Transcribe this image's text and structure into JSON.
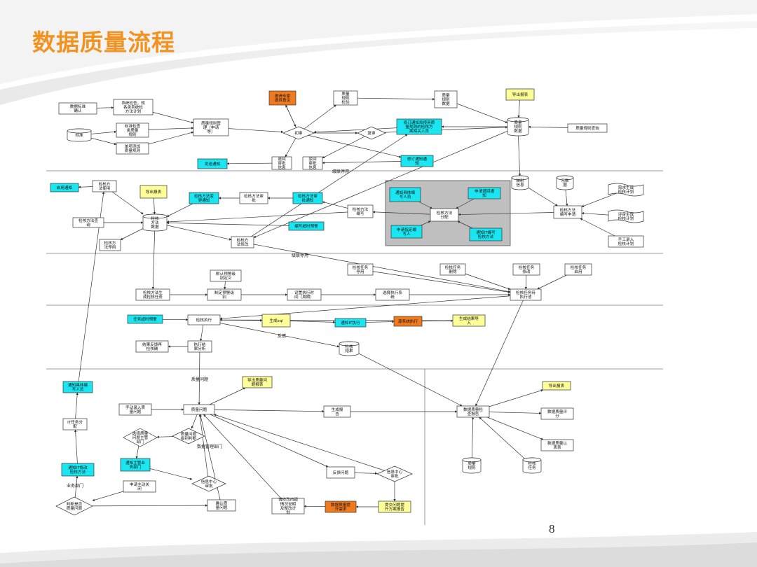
{
  "title": "数据质量流程",
  "page_number": "8",
  "colors": {
    "title": "#f29221",
    "cyan": "#19e6f0",
    "yellow": "#ffff99",
    "orange": "#f07a1e",
    "gray_panel": "#bfbfbf"
  },
  "diagram": {
    "nodes": [
      {
        "id": "n_std",
        "text": "数据标准\n确认",
        "shape": "rect",
        "fill": "white"
      },
      {
        "id": "n_sys",
        "text": "系统检查，规\n各类系统检\n方法计划",
        "shape": "rect",
        "fill": "white"
      },
      {
        "id": "n_stdsrc",
        "text": "标准",
        "shape": "cyl",
        "fill": "white"
      },
      {
        "id": "n_add1",
        "text": "标准检查\n类质量\n规则",
        "shape": "rect",
        "fill": "white"
      },
      {
        "id": "n_add2",
        "text": "单项添加\n质量规则",
        "shape": "rect",
        "fill": "white"
      },
      {
        "id": "n_rule",
        "text": "质量规则管\n理（申请\n等）",
        "shape": "rect",
        "fill": "white"
      },
      {
        "id": "n_expert",
        "text": "邀请专家\n提供意见",
        "shape": "rect",
        "fill": "orange"
      },
      {
        "id": "n_d1",
        "text": "初审",
        "shape": "diamond",
        "fill": "white"
      },
      {
        "id": "n_ruleck",
        "text": "质量\n规则\n检验",
        "shape": "rect",
        "fill": "white"
      },
      {
        "id": "n_d2",
        "text": "复审",
        "shape": "diamond",
        "fill": "white"
      },
      {
        "id": "n_rulelib",
        "text": "质量\n规则\n数据",
        "shape": "rect",
        "fill": "white"
      },
      {
        "id": "n_export1",
        "text": "导出报表",
        "shape": "rect",
        "fill": "yellow"
      },
      {
        "id": "n_revise",
        "text": "修订通知和使用质\n量规则的检核方\n案相关人员",
        "shape": "rect",
        "fill": "cyan"
      },
      {
        "id": "n_ruledb",
        "text": "质量\n规则\n数据",
        "shape": "cyl",
        "fill": "white"
      },
      {
        "id": "n_ruleq",
        "text": "质量规则查询",
        "shape": "rect",
        "fill": "white"
      },
      {
        "id": "n_notify",
        "text": "发送通知",
        "shape": "rect",
        "fill": "cyan"
      },
      {
        "id": "n_back1",
        "text": "退回\n审批\n信息",
        "shape": "rect",
        "fill": "white"
      },
      {
        "id": "n_back2",
        "text": "驳回\n审批\n信息",
        "shape": "rect",
        "fill": "white"
      },
      {
        "id": "n_revise2",
        "text": "修订通知通\n知",
        "shape": "rect",
        "fill": "cyan"
      },
      {
        "id": "n_map",
        "text": "映射\n信息",
        "shape": "cyl",
        "fill": "white"
      },
      {
        "id": "n_meta",
        "text": "元数\n据",
        "shape": "cyl",
        "fill": "white"
      },
      {
        "id": "n_apply",
        "text": "启用通知",
        "shape": "rect",
        "fill": "cyan"
      },
      {
        "id": "n_plan",
        "text": "检核方\n法使用",
        "shape": "rect",
        "fill": "white"
      },
      {
        "id": "n_export2",
        "text": "导出报表",
        "shape": "rect",
        "fill": "yellow"
      },
      {
        "id": "n_chg",
        "text": "检核方法变\n更通知",
        "shape": "rect",
        "fill": "cyan"
      },
      {
        "id": "n_chk",
        "text": "检核方法审\n批",
        "shape": "rect",
        "fill": "white"
      },
      {
        "id": "n_chgn",
        "text": "检核方法审\n批通知",
        "shape": "rect",
        "fill": "cyan"
      },
      {
        "id": "n_methq",
        "text": "检核方法查\n询",
        "shape": "rect",
        "fill": "white"
      },
      {
        "id": "n_methdb",
        "text": "检核\n方法\n数据",
        "shape": "cyl",
        "fill": "white"
      },
      {
        "id": "n_edit",
        "text": "检核方法\n编写",
        "shape": "rect",
        "fill": "white"
      },
      {
        "id": "n_ntf1",
        "text": "通知具体编\n写人员",
        "shape": "rect",
        "fill": "cyan"
      },
      {
        "id": "n_ntf2",
        "text": "申请退回通\n知",
        "shape": "rect",
        "fill": "cyan"
      },
      {
        "id": "n_assign",
        "text": "检核方法\n分配",
        "shape": "rect",
        "fill": "white"
      },
      {
        "id": "n_ntf3",
        "text": "申请指定编\n写人",
        "shape": "rect",
        "fill": "cyan"
      },
      {
        "id": "n_ntf4",
        "text": "通知IT编写\n检核方法",
        "shape": "rect",
        "fill": "cyan"
      },
      {
        "id": "n_regen",
        "text": "检核方法\n编写申请",
        "shape": "rect",
        "fill": "white"
      },
      {
        "id": "n_p1",
        "text": "需求生成\n检核计划",
        "shape": "tape",
        "fill": "white"
      },
      {
        "id": "n_p2",
        "text": "评审生成\n检核计划",
        "shape": "tape",
        "fill": "white"
      },
      {
        "id": "n_p3",
        "text": "手工录入\n检核计划",
        "shape": "rect",
        "fill": "white"
      },
      {
        "id": "n_timer",
        "text": "编写超时预警",
        "shape": "rect",
        "fill": "cyan"
      },
      {
        "id": "n_stop",
        "text": "检核方\n法停用",
        "shape": "rect",
        "fill": "white"
      },
      {
        "id": "n_del",
        "text": "检核方\n法修改",
        "shape": "rect",
        "fill": "white"
      },
      {
        "id": "n_lbl1",
        "text": "级联停用",
        "shape": "label",
        "fill": "none"
      },
      {
        "id": "n_lbl2",
        "text": "级联停用",
        "shape": "label",
        "fill": "none"
      },
      {
        "id": "n_defcfg",
        "text": "默认预警级\n别定义",
        "shape": "rect",
        "fill": "white"
      },
      {
        "id": "n_taskstop",
        "text": "检核任务\n停用",
        "shape": "rect",
        "fill": "white"
      },
      {
        "id": "n_taskdel",
        "text": "检核任务\n删除",
        "shape": "rect",
        "fill": "white"
      },
      {
        "id": "n_taskmod",
        "text": "检核任务\n修改",
        "shape": "rect",
        "fill": "white"
      },
      {
        "id": "n_taskuse",
        "text": "检核任务\n启用",
        "shape": "rect",
        "fill": "white"
      },
      {
        "id": "n_gen",
        "text": "检核方法生\n成检核任务",
        "shape": "rect",
        "fill": "white"
      },
      {
        "id": "n_warnlvl",
        "text": "制定预警级\n别",
        "shape": "rect",
        "fill": "white"
      },
      {
        "id": "n_time",
        "text": "设置执行时\n间（周期）",
        "shape": "rect",
        "fill": "white"
      },
      {
        "id": "n_sys2",
        "text": "选择执行系\n统",
        "shape": "rect",
        "fill": "white"
      },
      {
        "id": "n_runner",
        "text": "检核任务待\n执行池",
        "shape": "rect",
        "fill": "white"
      },
      {
        "id": "n_timeout",
        "text": "任务超时预警",
        "shape": "rect",
        "fill": "cyan"
      },
      {
        "id": "n_exec",
        "text": "检核执行",
        "shape": "rect",
        "fill": "white"
      },
      {
        "id": "n_sql",
        "text": "生成sql",
        "shape": "rect",
        "fill": "yellow"
      },
      {
        "id": "n_itexec",
        "text": "通知IT执行",
        "shape": "rect",
        "fill": "cyan"
      },
      {
        "id": "n_sysexec",
        "text": "源系统执行",
        "shape": "rect",
        "fill": "orange"
      },
      {
        "id": "n_import",
        "text": "生成结果导\n入",
        "shape": "rect",
        "fill": "yellow"
      },
      {
        "id": "n_fb",
        "text": "反馈",
        "shape": "label",
        "fill": "none"
      },
      {
        "id": "n_resdb",
        "text": "检核\n结果",
        "shape": "cyl",
        "fill": "white"
      },
      {
        "id": "n_fix",
        "text": "结果反馈再\n检核确",
        "shape": "rect",
        "fill": "white"
      },
      {
        "id": "n_analy",
        "text": "执行结\n果分析",
        "shape": "rect",
        "fill": "white"
      },
      {
        "id": "n_ntfperson",
        "text": "通知具体编\n写人员",
        "shape": "rect",
        "fill": "cyan"
      },
      {
        "id": "n_exp3",
        "text": "导出质量问\n题报表",
        "shape": "rect",
        "fill": "yellow"
      },
      {
        "id": "n_exp4",
        "text": "导出报表",
        "shape": "rect",
        "fill": "yellow"
      },
      {
        "id": "n_manual",
        "text": "手动录入质\n量问题",
        "shape": "rect",
        "fill": "white"
      },
      {
        "id": "n_issue",
        "text": "质量问题",
        "shape": "rect",
        "fill": "white"
      },
      {
        "id": "n_report",
        "text": "生成报\n告",
        "shape": "rect",
        "fill": "white"
      },
      {
        "id": "n_dqreport",
        "text": "数据质量检\n查报告",
        "shape": "rect",
        "fill": "white"
      },
      {
        "id": "n_dqscore",
        "text": "数据质量评\n分",
        "shape": "rect",
        "fill": "white"
      },
      {
        "id": "n_dqtrend",
        "text": "数据质量以\n表表",
        "shape": "rect",
        "fill": "white"
      },
      {
        "id": "n_ittask",
        "text": "IT任务分\n配",
        "shape": "rect",
        "fill": "white"
      },
      {
        "id": "n_d3",
        "text": "选择质量\n问题主管\n部门",
        "shape": "diamond",
        "fill": "white"
      },
      {
        "id": "n_d4",
        "text": "质量问题\n级别判断",
        "shape": "diamond",
        "fill": "white"
      },
      {
        "id": "n_ntfdept",
        "text": "通知主管业\n务部门",
        "shape": "rect",
        "fill": "cyan"
      },
      {
        "id": "n_ntfit",
        "text": "通知IT修改\n检核方法",
        "shape": "rect",
        "fill": "cyan"
      },
      {
        "id": "n_appl",
        "text": "申请主动关\n闭",
        "shape": "rect",
        "fill": "white"
      },
      {
        "id": "n_d5",
        "text": "信息中心\n审批",
        "shape": "diamond",
        "fill": "white"
      },
      {
        "id": "n_fbissue",
        "text": "反馈问题",
        "shape": "rect",
        "fill": "white"
      },
      {
        "id": "n_d6",
        "text": "信息中心\n审批",
        "shape": "diamond",
        "fill": "white"
      },
      {
        "id": "n_d7",
        "text": "判断是否\n质量问题",
        "shape": "diamond",
        "fill": "white"
      },
      {
        "id": "n_confirm",
        "text": "确认质\n量问题",
        "shape": "rect",
        "fill": "white"
      },
      {
        "id": "n_case",
        "text": "请修改问题\n情况说明\n及整改计\n划",
        "shape": "rect",
        "fill": "white"
      },
      {
        "id": "n_sugg",
        "text": "数据质量提\n升需求",
        "shape": "rect",
        "fill": "orange"
      },
      {
        "id": "n_submit",
        "text": "提交问题提\n升方案报告",
        "shape": "rect",
        "fill": "yellow"
      },
      {
        "id": "n_qrule",
        "text": "质量\n规则",
        "shape": "cyl",
        "fill": "white"
      },
      {
        "id": "n_qtask",
        "text": "检核\n任务",
        "shape": "cyl",
        "fill": "white"
      },
      {
        "id": "n_lbl3",
        "text": "质量问题",
        "shape": "label",
        "fill": "none"
      },
      {
        "id": "n_lbl4",
        "text": "业务部门",
        "shape": "label",
        "fill": "none"
      },
      {
        "id": "n_lbl5",
        "text": "数据管理部门",
        "shape": "label",
        "fill": "none"
      }
    ]
  }
}
